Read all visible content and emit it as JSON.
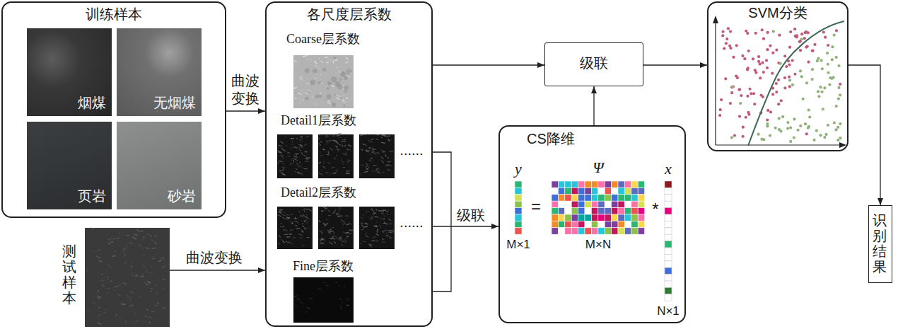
{
  "diagram": {
    "nodes": [
      {
        "text": [
          "训练样本"
        ]
      },
      {
        "text": [
          "烟煤"
        ],
        "in": 0
      },
      {
        "text": [
          "无烟煤"
        ],
        "in": 0
      },
      {
        "text": [
          "页岩"
        ],
        "in": 0
      },
      {
        "text": [
          "砂岩"
        ],
        "in": 0
      },
      {
        "text": [
          "测试样本"
        ]
      },
      {
        "text": [
          "各尺度层系数"
        ]
      },
      {
        "text": [
          "Coarse层系数"
        ],
        "in": 6
      },
      {
        "text": [
          "Detail1层系数"
        ],
        "in": 6
      },
      {
        "text": [
          "Detail2层系数"
        ],
        "in": 6
      },
      {
        "text": [
          "Fine层系数"
        ],
        "in": 6
      },
      {
        "text": [
          "级联"
        ]
      },
      {
        "text": [
          "CS降维"
        ]
      },
      {
        "text": [
          "SVM分类"
        ]
      },
      {
        "text": [
          "识别结果"
        ]
      }
    ],
    "edges": [
      {
        "from": 0,
        "to": 6,
        "label": "曲波变换",
        "arrow": "to"
      },
      {
        "from": 5,
        "to": 6,
        "label": "曲波变换",
        "arrow": "to"
      },
      {
        "from": 6,
        "to": 11,
        "arrow": "to"
      },
      {
        "from": 6,
        "to": 12,
        "label": "级联",
        "arrow": "to"
      },
      {
        "from": 12,
        "to": 11,
        "arrow": "to"
      },
      {
        "from": 11,
        "to": 13,
        "arrow": "to"
      },
      {
        "from": 13,
        "to": 14,
        "arrow": "to"
      }
    ],
    "labels": [
      "......",
      "......",
      "y",
      "Ψ",
      "x",
      "=",
      "*",
      "M×1",
      "M×N",
      "N×1"
    ]
  }
}
